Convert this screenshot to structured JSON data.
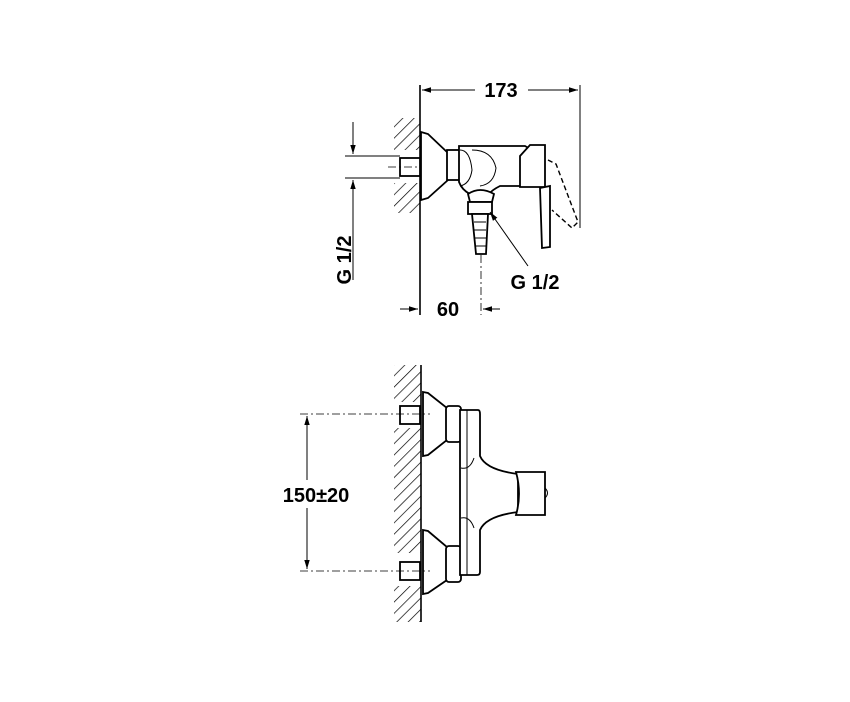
{
  "side_view": {
    "width_dim": "173",
    "depth_dim": "60",
    "inlet_thread": "G 1/2",
    "outlet_thread": "G 1/2"
  },
  "front_view": {
    "centers_dim": "150±20"
  }
}
